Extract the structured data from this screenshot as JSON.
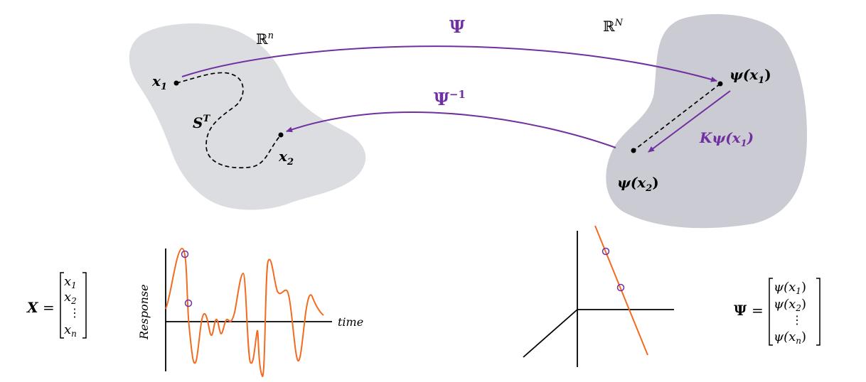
{
  "colors": {
    "purple": "#7030a0",
    "orange": "#f26b21",
    "blob_left": "#dcdde0",
    "blob_right": "#cacbd3",
    "black": "#000000"
  },
  "spaces": {
    "left_label": "ℝ",
    "left_exp": "n",
    "right_label": "ℝ",
    "right_exp": "N"
  },
  "maps": {
    "forward": "Ψ",
    "inverse_base": "Ψ",
    "inverse_exp": "−1",
    "koopman": "Kψ(x",
    "koopman_sub": "1",
    "koopman_close": ")"
  },
  "left_points": {
    "x1": "x",
    "x1_sub": "1",
    "x2": "x",
    "x2_sub": "2",
    "trajectory": "S",
    "trajectory_sup": "T"
  },
  "right_points": {
    "psi1": "ψ(x",
    "psi1_sub": "1",
    "psi1_close": ")",
    "psi2": "ψ(x",
    "psi2_sub": "2",
    "psi2_close": ")"
  },
  "state_vector": {
    "lhs": "X",
    "eq": "=",
    "entries": [
      "x",
      "x",
      "⋮",
      "x"
    ],
    "subs": [
      "1",
      "2",
      "",
      "n"
    ]
  },
  "obs_vector": {
    "lhs": "Ψ",
    "eq": "=",
    "entries": [
      "ψ(x",
      "ψ(x",
      "⋮",
      "ψ(x"
    ],
    "subs": [
      "1",
      "2",
      "",
      "n"
    ],
    "closes": [
      ")",
      ")",
      "",
      ")"
    ]
  },
  "response_plot": {
    "ylabel": "Response",
    "xlabel": "time"
  }
}
